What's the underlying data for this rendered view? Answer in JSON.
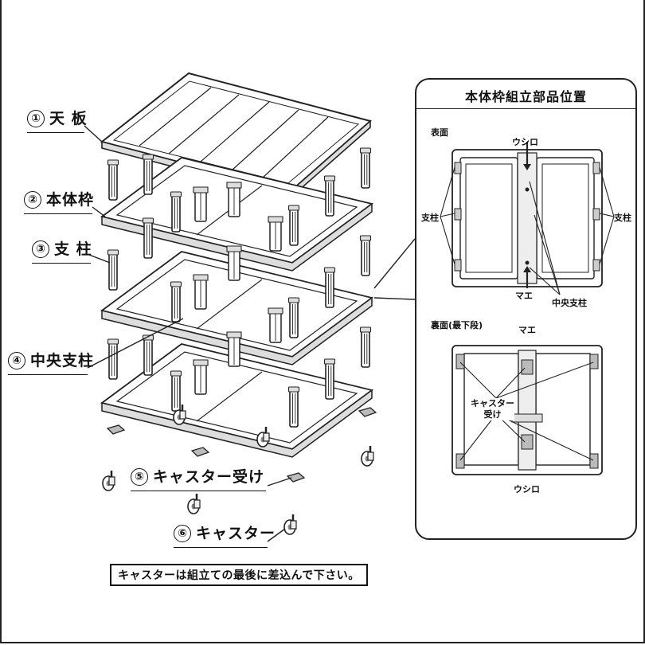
{
  "parts": [
    {
      "num": "①",
      "label": "天 板"
    },
    {
      "num": "②",
      "label": "本体枠"
    },
    {
      "num": "③",
      "label": "支 柱"
    },
    {
      "num": "④",
      "label": "中央支柱"
    },
    {
      "num": "⑤",
      "label": "キャスター受け"
    },
    {
      "num": "⑥",
      "label": "キャスター"
    }
  ],
  "inset": {
    "title": "本体枠組立部品位置",
    "top_view": {
      "caption": "表面",
      "back": "ウシロ",
      "front": "マエ",
      "post_left": "支柱",
      "post_right": "支柱",
      "center_post": "中央支柱"
    },
    "bottom_view": {
      "caption": "裏面(最下段)",
      "front": "マエ",
      "back": "ウシロ",
      "caster_receiver": "キャスター\n受け"
    }
  },
  "note": "キャスターは組立ての最後に差込んで下さい。"
}
